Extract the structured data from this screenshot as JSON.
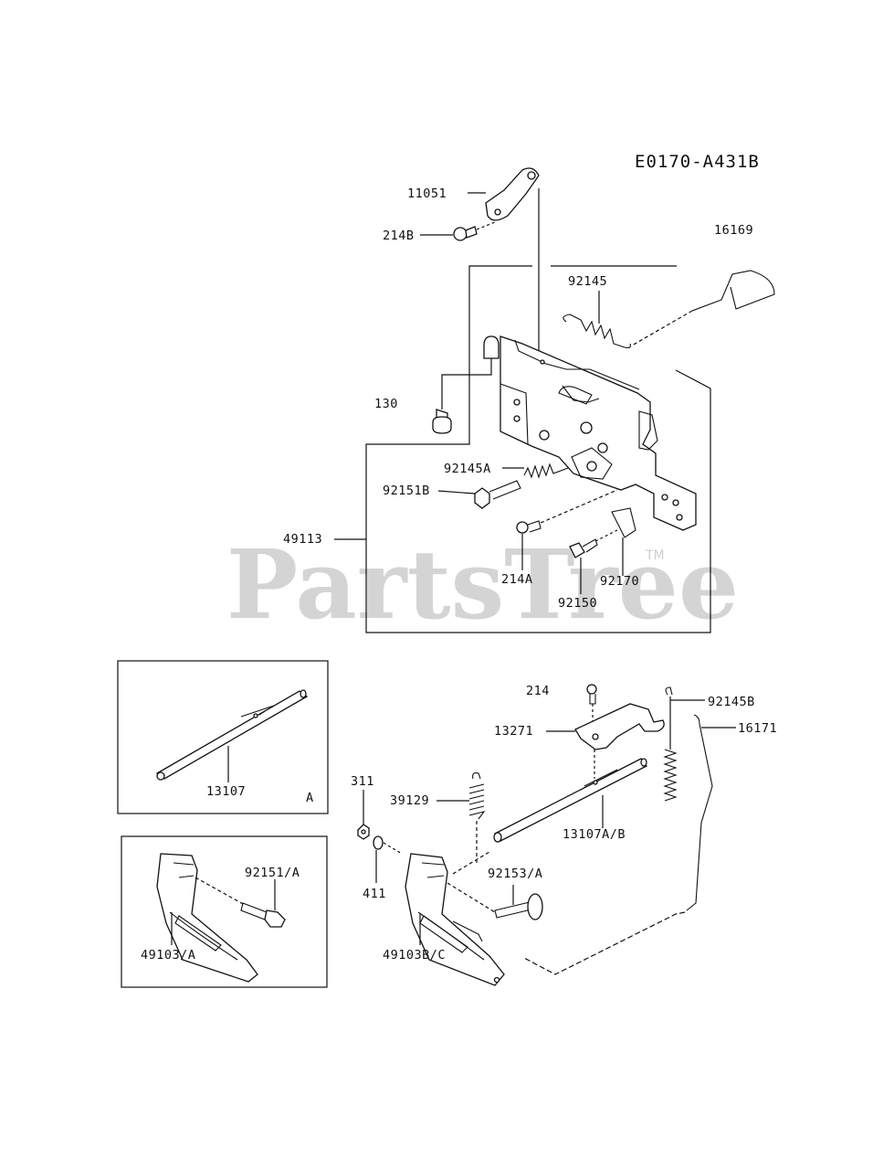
{
  "diagram": {
    "code": "E0170-A431B",
    "watermark": "PartsTree",
    "trademark": "TM",
    "inset_a_letter": "A",
    "labels": {
      "p11051": "11051",
      "p214B": "214B",
      "p16169": "16169",
      "p92145": "92145",
      "p130": "130",
      "p92145A": "92145A",
      "p92151B": "92151B",
      "p49113": "49113",
      "p214A": "214A",
      "p92170": "92170",
      "p92150": "92150",
      "p13107": "13107",
      "p214": "214",
      "p92145B": "92145B",
      "p13271": "13271",
      "p16171": "16171",
      "p311": "311",
      "p39129": "39129",
      "p13107AB": "13107A/B",
      "p411": "411",
      "p92153A": "92153/A",
      "p92151A": "92151/A",
      "p49103A": "49103/A",
      "p49103BC": "49103B/C"
    }
  }
}
